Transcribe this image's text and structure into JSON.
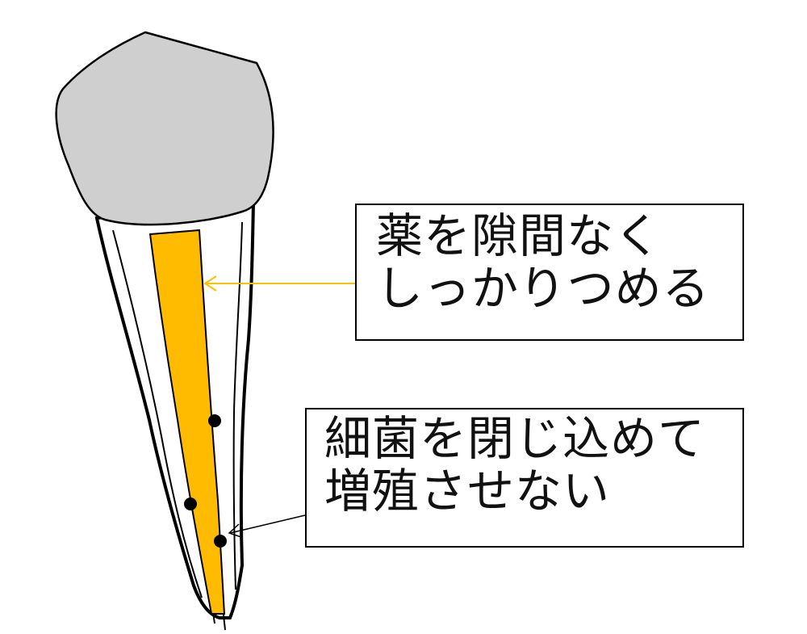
{
  "callouts": {
    "medicine": {
      "line1": "薬を隙間なく",
      "line2": "しっかりつめる"
    },
    "bacteria": {
      "line1": "細菌を閉じ込めて",
      "line2": "増殖させない"
    }
  },
  "colors": {
    "crown_fill": "#d0cfd0",
    "root_fill_material": "#ffbb00",
    "arrow_top": "#ffc000",
    "arrow_bottom": "#000000",
    "outline": "#000000"
  },
  "icons": [
    "tooth-crown",
    "root-canal-filling",
    "bacteria-dot"
  ]
}
